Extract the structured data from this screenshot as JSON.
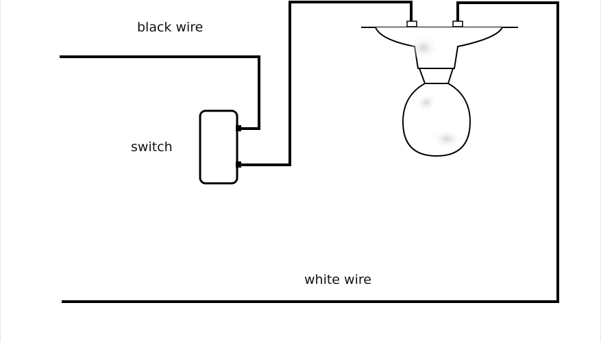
{
  "labels": {
    "black_wire": "black wire",
    "switch": "switch",
    "white_wire": "white wire"
  },
  "colors": {
    "wire": "#000000",
    "bulb_shading": "#d9d9d9",
    "background": "#ffffff"
  }
}
